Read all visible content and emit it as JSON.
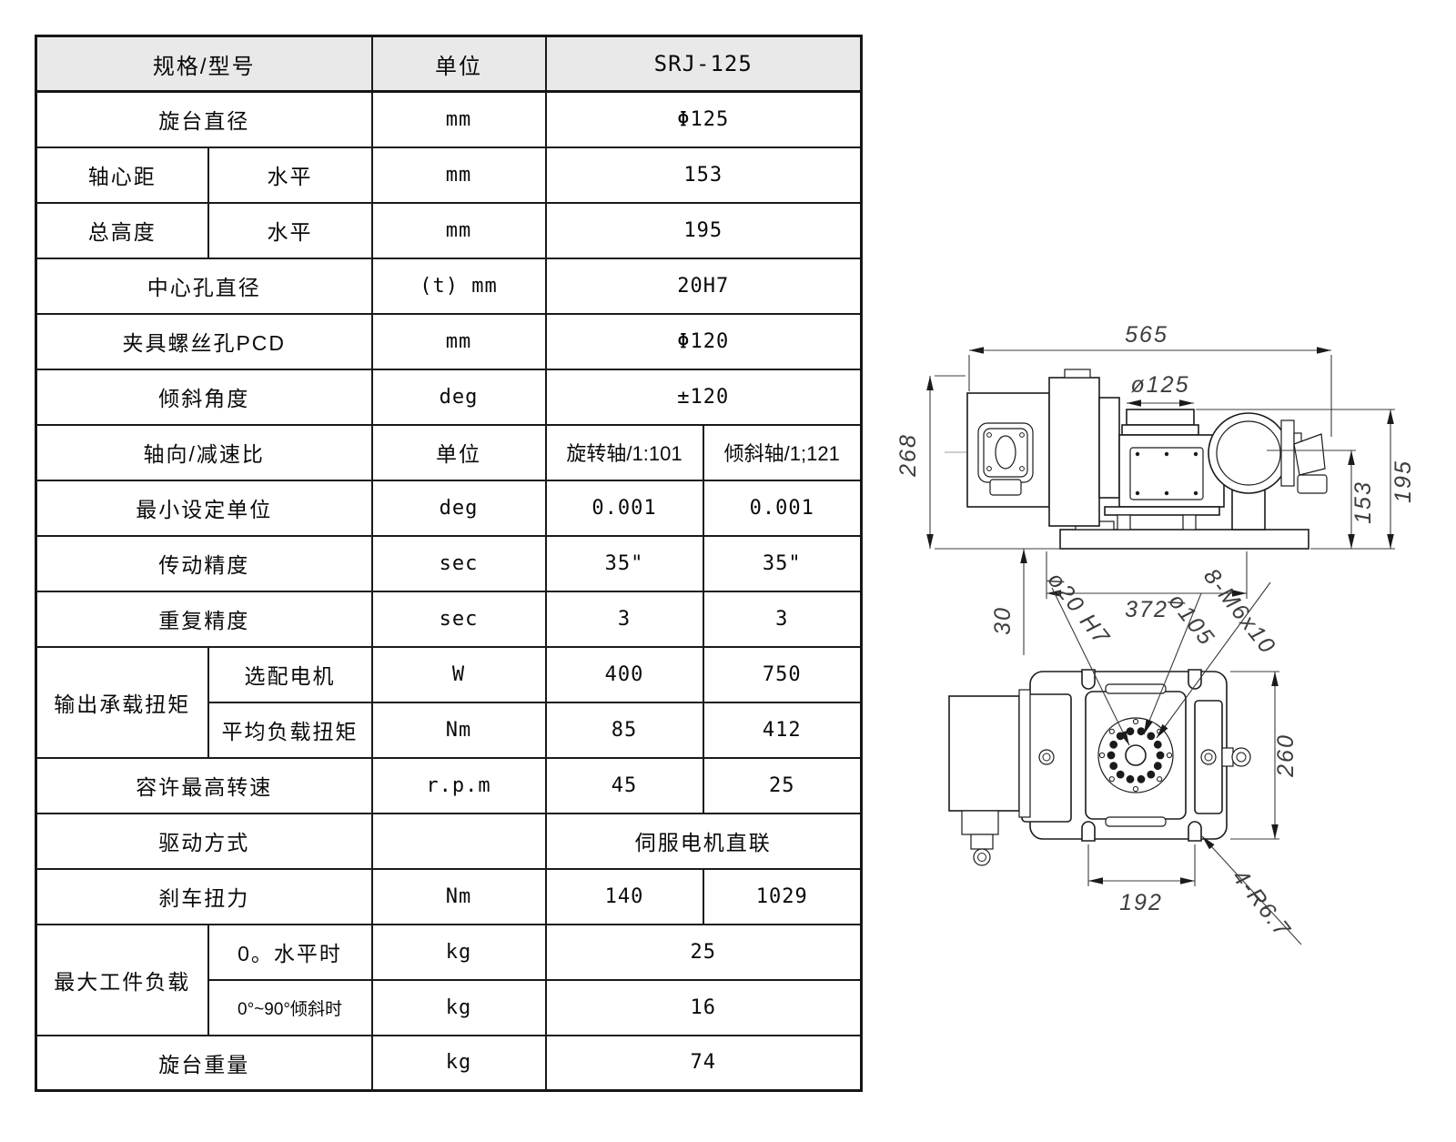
{
  "page": {
    "background": "#ffffff"
  },
  "table": {
    "border_color": "#161616",
    "header_bg": "#e9e9e9",
    "rows": [
      {
        "label": "规格/型号",
        "unit": "单位",
        "v": "SRJ-125"
      },
      {
        "label": "旋台直径",
        "unit": "mm",
        "v": "Φ125"
      },
      {
        "label": "轴心距",
        "sub": "水平",
        "unit": "mm",
        "v": "153"
      },
      {
        "label": "总高度",
        "sub": "水平",
        "unit": "mm",
        "v": "195"
      },
      {
        "label": "中心孔直径",
        "unit": "(t) mm",
        "v": "20H7"
      },
      {
        "label": "夹具螺丝孔PCD",
        "unit": "mm",
        "v": "Φ120"
      },
      {
        "label": "倾斜角度",
        "unit": "deg",
        "v": "±120"
      },
      {
        "label": "轴向/减速比",
        "unit": "单位",
        "v1": "旋转轴/1:101",
        "v2": "倾斜轴/1;121"
      },
      {
        "label": "最小设定单位",
        "unit": "deg",
        "v1": "0.001",
        "v2": "0.001"
      },
      {
        "label": "传动精度",
        "unit": "sec",
        "v1": "35\"",
        "v2": "35\""
      },
      {
        "label": "重复精度",
        "unit": "sec",
        "v1": "3",
        "v2": "3"
      },
      {
        "group": "输出承载扭矩",
        "label": "选配电机",
        "unit": "W",
        "v1": "400",
        "v2": "750"
      },
      {
        "label": "平均负载扭矩",
        "unit": "Nm",
        "v1": "85",
        "v2": "412"
      },
      {
        "label": "容许最高转速",
        "unit": "r.p.m",
        "v1": "45",
        "v2": "25"
      },
      {
        "label": "驱动方式",
        "unit": "",
        "v": "伺服电机直联"
      },
      {
        "label": "刹车扭力",
        "unit": "Nm",
        "v1": "140",
        "v2": "1029"
      },
      {
        "group": "最大工件负载",
        "label": "0。水平时",
        "unit": "kg",
        "v": "25"
      },
      {
        "label": "0°~90°倾斜时",
        "unit": "kg",
        "v": "16"
      },
      {
        "label": "旋台重量",
        "unit": "kg",
        "v": "74"
      }
    ]
  },
  "drawings": {
    "side_view": {
      "width": "565",
      "height_left": "268",
      "table_diameter": "ø125",
      "axis_height": "153",
      "total_height": "195",
      "base_offset": "30",
      "base_width": "372"
    },
    "top_view": {
      "center_bore": "ø20 H7",
      "bolt_circle": "ø105",
      "tap_holes": "8-M6x10",
      "depth": "260",
      "slot_span": "192",
      "slot_radius": "4-R6.7"
    }
  }
}
